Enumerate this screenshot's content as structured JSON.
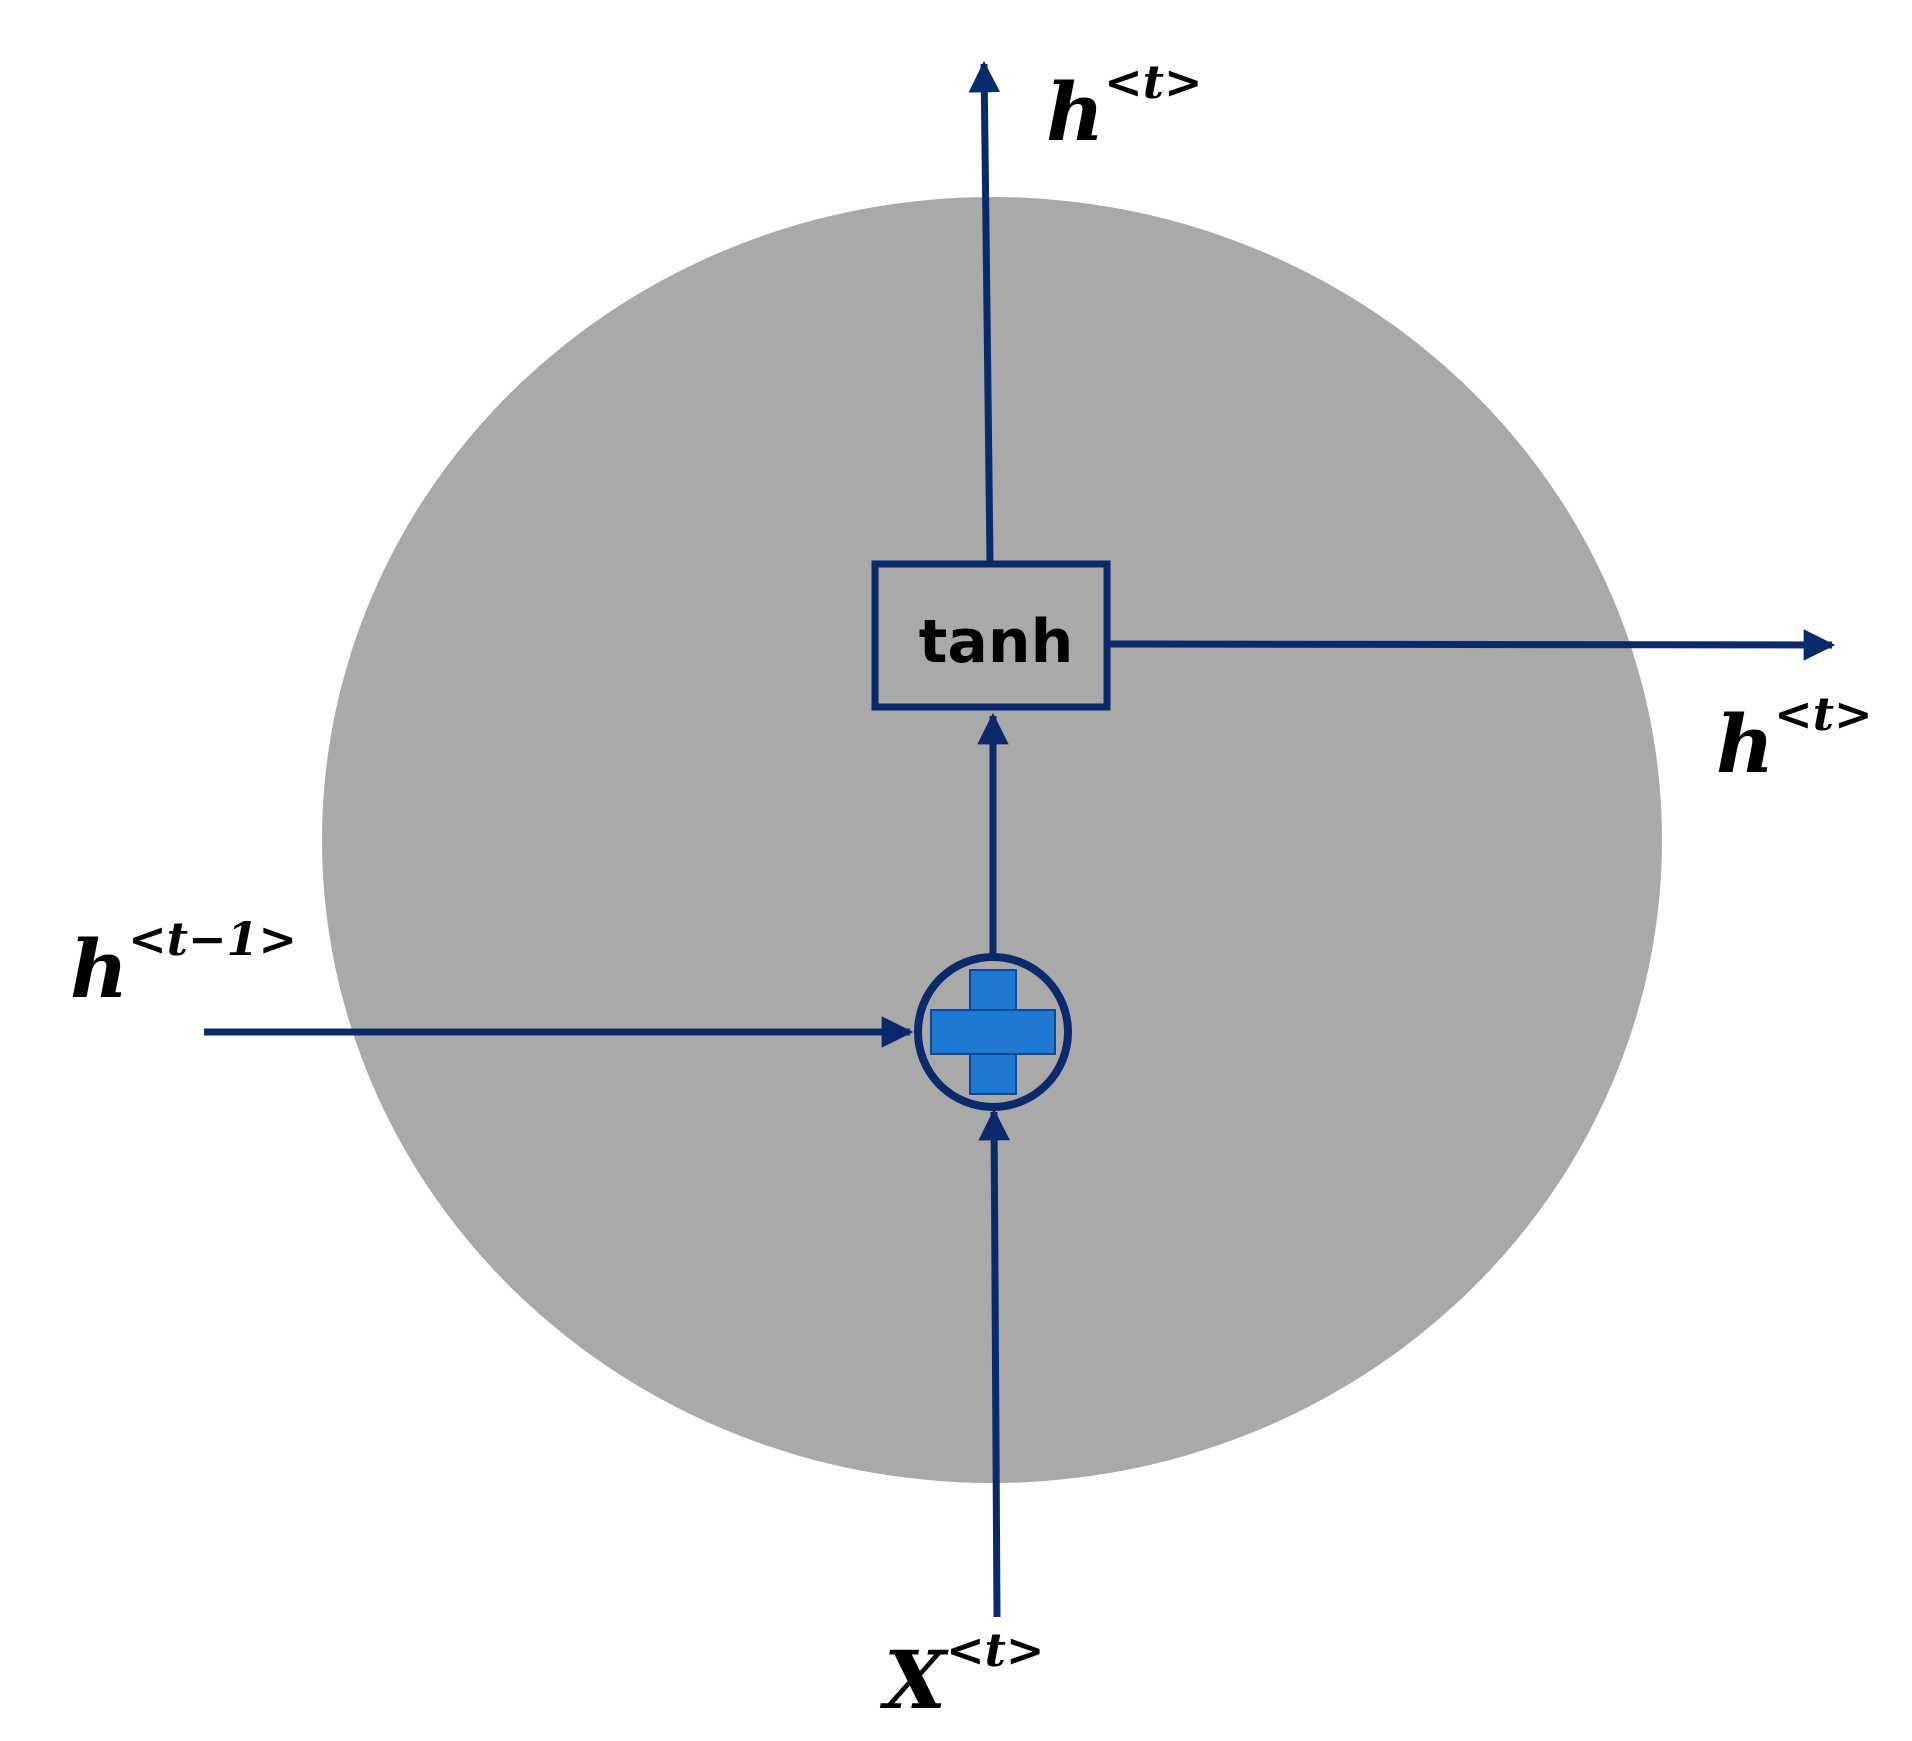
{
  "diagram": {
    "node_label": "tanh",
    "labels": {
      "output_top": {
        "base": "h",
        "sup": "<t>"
      },
      "output_right": {
        "base": "h",
        "sup": "<t>"
      },
      "prev_hidden": {
        "base": "h",
        "sup": "<t−1>"
      },
      "input": {
        "base": "X",
        "sup": "<t>"
      }
    },
    "operator": "add",
    "colors": {
      "cell": "#a9a9a9",
      "arrows": "#0b2a6b",
      "plus": "#1f78d1"
    }
  }
}
